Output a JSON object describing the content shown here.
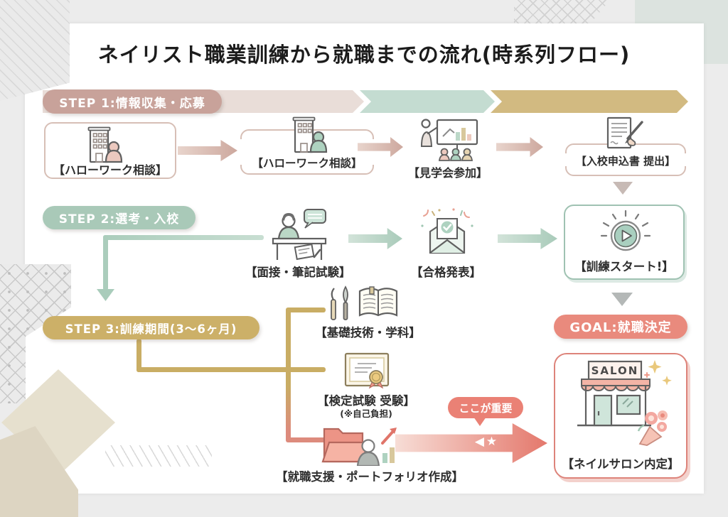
{
  "title": "ネイリスト職業訓練から就職までの流れ(時系列フロー)",
  "banners": {
    "step1": "STEP 1:情報収集・応募",
    "step2": "STEP 2:選考・入校",
    "step3": "STEP 3:訓練期間(3〜6ヶ月)",
    "goal": "GOAL:就職決定"
  },
  "row1": {
    "hellowork1": "【ハローワーク相談】",
    "hellowork2": "【ハローワーク相談】",
    "tour": "【見学会参加】",
    "application": "【入校申込書 提出】"
  },
  "row2": {
    "interview": "【面接・筆記試験】",
    "pass": "【合格発表】",
    "start": "【訓練スタート!】"
  },
  "row3": {
    "basic": "【基礎技術・学科】",
    "exam": "【検定試験 受験】",
    "exam_note": "(※自己負担)",
    "support": "【就職支援・ポートフォリオ作成】"
  },
  "callout": {
    "important": "ここが重要",
    "arrow_marks": "◀★"
  },
  "goal_box": {
    "label": "【ネイルサロン内定】",
    "sign": "SALON"
  },
  "colors": {
    "step1_pill": "#c8a29a",
    "step1_track": "#e9ddd8",
    "teal_segment": "#c4dcd1",
    "gold_segment": "#d2ba81",
    "step2_pill": "#a9c9b8",
    "step3_pill": "#ccb068",
    "goal_pill": "#e98a7d",
    "important_bubble": "#ea8175",
    "big_arrow": "#e4786c"
  }
}
